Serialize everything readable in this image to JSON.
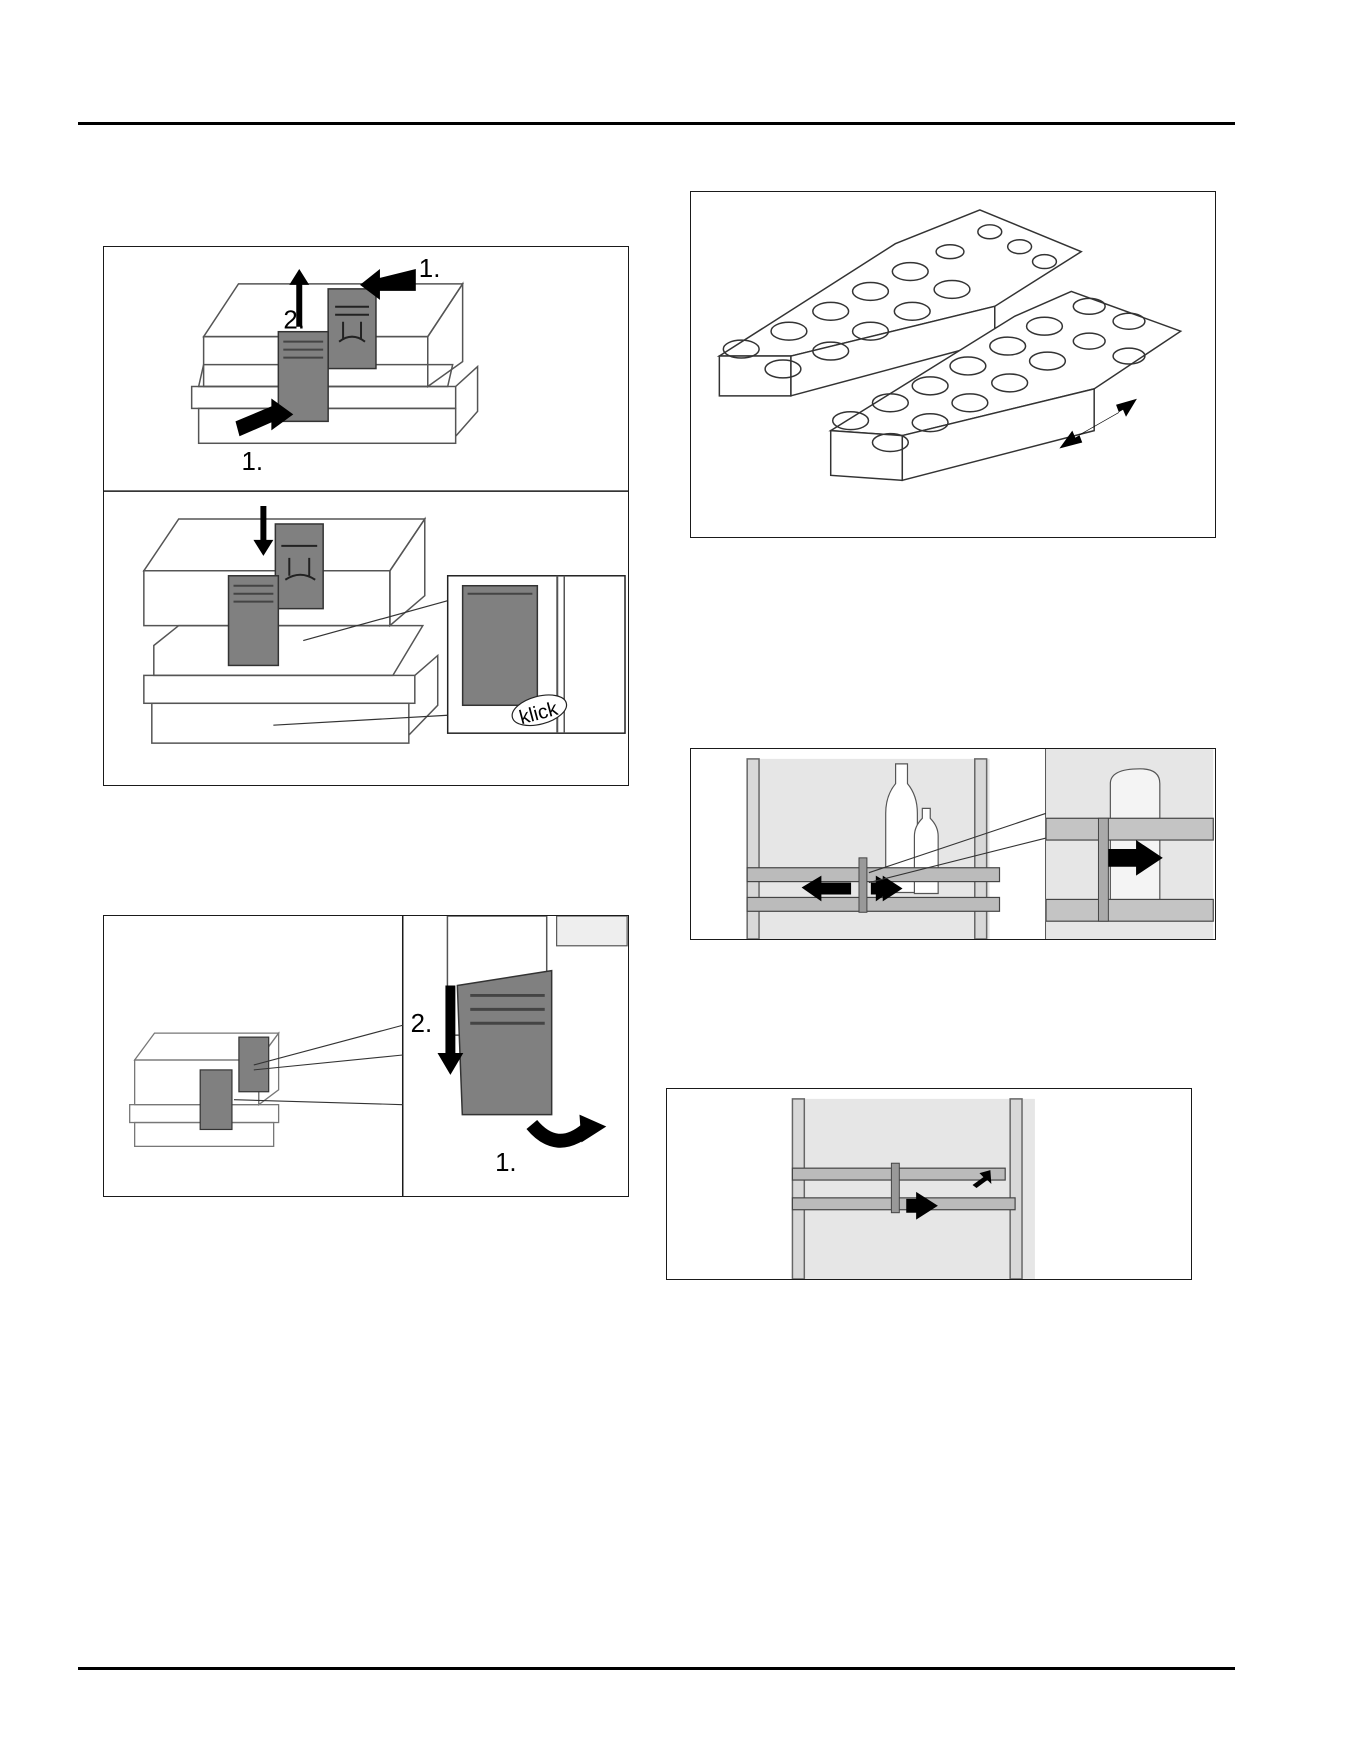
{
  "figures": {
    "remove_partition": {
      "step_insert": "1.",
      "step_insert_second": "1.",
      "step_lift": "2."
    },
    "install_partition": {
      "sound_label": "klick"
    },
    "fold_partition": {
      "step_tilt": "1.",
      "step_push_down": "2."
    }
  },
  "icons": [
    "arrow-up-icon",
    "arrow-left-icon",
    "arrow-right-icon",
    "arrow-down-icon",
    "double-arrow-icon",
    "curved-arrow-icon"
  ]
}
